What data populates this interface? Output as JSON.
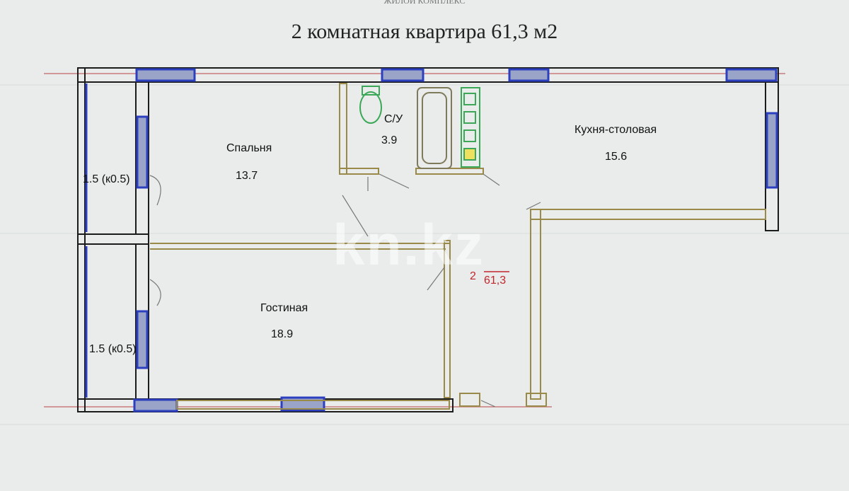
{
  "header": {
    "top_caption": "ЖИЛОЙ КОМПЛЕКС",
    "title": "2 комнатная квартира 61,3 м2"
  },
  "rooms": {
    "bedroom": {
      "name": "Спальня",
      "area": "13.7"
    },
    "bathroom": {
      "name": "С/У",
      "area": "3.9"
    },
    "kitchen": {
      "name": "Кухня-столовая",
      "area": "15.6"
    },
    "living": {
      "name": "Гостиная",
      "area": "18.9"
    },
    "balcony_top": {
      "label": "1.5 (к0.5)"
    },
    "balcony_bottom": {
      "label": "1.5 (к0.5)"
    }
  },
  "unit_tag": {
    "rooms": "2",
    "area": "61,3"
  },
  "watermark": "kn.kz",
  "colors": {
    "wall_dark": "#1c1c1c",
    "wall_interior": "#9a8a4a",
    "window": "#2b3fbf",
    "fixtures": "#3aa856",
    "area_red": "#c0272d"
  }
}
